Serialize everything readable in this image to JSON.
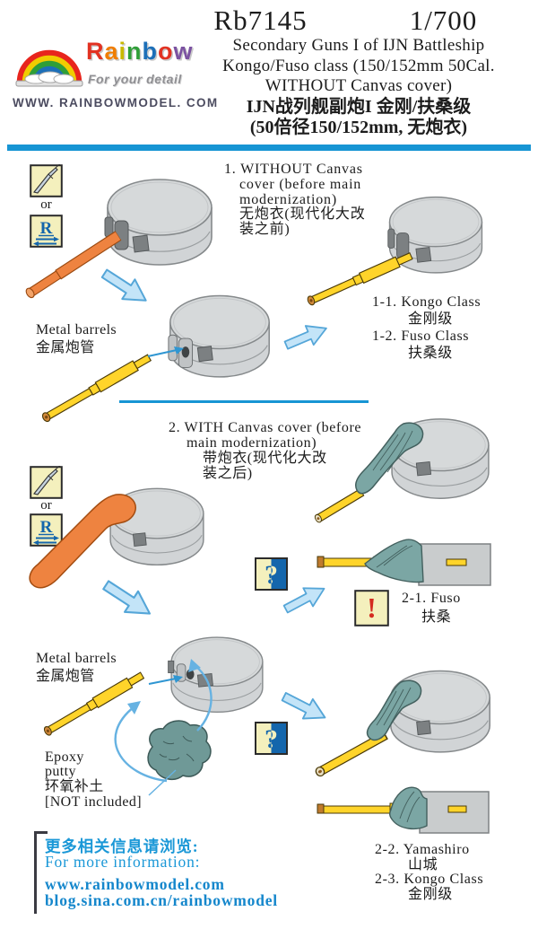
{
  "colors": {
    "accent_bar": "#1795d4",
    "divider": "#1795d4",
    "icon_box_bg": "#f4f0bd",
    "icon_blue": "#1466ac",
    "alert_red": "#d42b20",
    "barrel_yellow": "#ffd42a",
    "canvas_teal": "#7ba6a4",
    "canvas_orange": "#ee8340",
    "turret_gray": "#d1d4d6",
    "footer_blue": "#1b98d7"
  },
  "header": {
    "logo": {
      "brand_letters": [
        "R",
        "a",
        "i",
        "n",
        "b",
        "o",
        "w"
      ],
      "tagline": "For your detail",
      "website": "WWW. RAINBOWMODEL. COM"
    },
    "product_code": "Rb7145",
    "scale": "1/700",
    "title_lines": [
      "Secondary Guns I of IJN Battleship",
      "Kongo/Fuso class (150/152mm 50Cal.",
      "WITHOUT Canvas cover)"
    ],
    "title_cn_lines": [
      "IJN战列舰副炮I 金刚/扶桑级",
      "(50倍径150/152mm, 无炮衣)"
    ]
  },
  "icons": {
    "or_label": "or",
    "replace_letter": "R",
    "question_mark": "?",
    "exclamation_mark": "!"
  },
  "section1": {
    "heading_lines": [
      "1. WITHOUT Canvas",
      "cover (before main",
      "modernization)",
      "无炮衣(现代化大改",
      "装之前)"
    ],
    "metal_barrels": {
      "en": "Metal barrels",
      "cn": "金属炮管"
    },
    "variants": [
      {
        "line": "1-1. Kongo Class",
        "cn": "金刚级"
      },
      {
        "line": "1-2. Fuso Class",
        "cn": "扶桑级"
      }
    ]
  },
  "section2": {
    "heading_lines": [
      "2. WITH Canvas cover (before",
      "main modernization)",
      "带炮衣(现代化大改",
      "装之后)"
    ],
    "metal_barrels": {
      "en": "Metal barrels",
      "cn": "金属炮管"
    },
    "epoxy": {
      "line1": "Epoxy",
      "line2": "putty",
      "cn": "环氧补土",
      "note": "[NOT included]"
    },
    "variant_mid": {
      "line": "2-1. Fuso",
      "cn": "扶桑"
    },
    "variants_bottom": [
      {
        "line": "2-2. Yamashiro",
        "cn": "山城"
      },
      {
        "line": "2-3. Kongo Class",
        "cn": "金刚级"
      }
    ]
  },
  "footer": {
    "more_info_cn": "更多相关信息请浏览:",
    "more_info_en": "For more information:",
    "url1": "www.rainbowmodel.com",
    "url2": "blog.sina.com.cn/rainbowmodel"
  }
}
